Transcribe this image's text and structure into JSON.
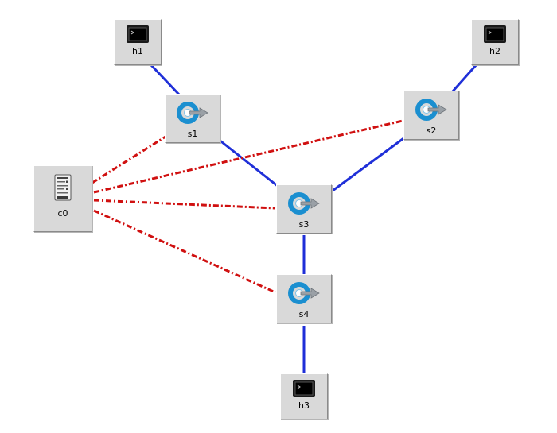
{
  "colors": {
    "data_link": "#1f2fd8",
    "control_link": "#d01010",
    "node_bg": "#d9d9d9",
    "switch_ring": "#1b8fd0",
    "switch_arrow": "#9aa0a6"
  },
  "icons": {
    "host": "terminal-icon",
    "switch": "switch-icon",
    "controller": "server-icon"
  },
  "nodes": {
    "h1": {
      "label": "h1",
      "type": "host"
    },
    "h2": {
      "label": "h2",
      "type": "host"
    },
    "h3": {
      "label": "h3",
      "type": "host"
    },
    "s1": {
      "label": "s1",
      "type": "switch"
    },
    "s2": {
      "label": "s2",
      "type": "switch"
    },
    "s3": {
      "label": "s3",
      "type": "switch"
    },
    "s4": {
      "label": "s4",
      "type": "switch"
    },
    "c0": {
      "label": "c0",
      "type": "controller"
    }
  },
  "links": {
    "data": [
      [
        "h1",
        "s1"
      ],
      [
        "s1",
        "s3"
      ],
      [
        "h2",
        "s2"
      ],
      [
        "s2",
        "s3"
      ],
      [
        "s3",
        "s4"
      ],
      [
        "s4",
        "h3"
      ]
    ],
    "control": [
      [
        "c0",
        "s1"
      ],
      [
        "c0",
        "s2"
      ],
      [
        "c0",
        "s3"
      ],
      [
        "c0",
        "s4"
      ]
    ]
  }
}
